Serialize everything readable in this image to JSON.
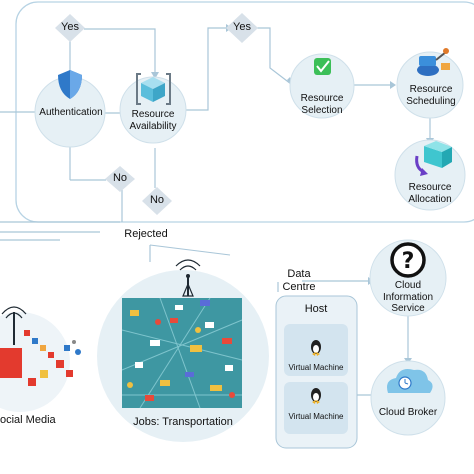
{
  "decisions": {
    "yes_left": "Yes",
    "yes_right": "Yes",
    "no_upper": "No",
    "no_lower": "No"
  },
  "nodes": {
    "authentication": "Authentication",
    "resource_availability": "Resource Availability",
    "resource_selection": "Resource Selection",
    "resource_scheduling": "Resource Scheduling",
    "resource_allocation": "Resource Allocation",
    "cloud_information_service": "Cloud Information Service",
    "cloud_broker": "Cloud Broker"
  },
  "labels": {
    "rejected": "Rejected",
    "data_centre": "Data Centre",
    "host": "Host",
    "vm_1": "Virtual Machine",
    "vm_2": "Virtual Machine",
    "social_media": "ocial Media",
    "jobs_transportation": "Jobs: Transportation"
  },
  "icons": {
    "authentication": "shield-icon",
    "resource_availability": "cube-icon",
    "resource_selection": "checkmark-icon",
    "resource_scheduling": "robot-arm-icon",
    "resource_allocation": "box-arrow-icon",
    "cloud_information_service": "question-mark-icon",
    "cloud_broker": "cloud-icon",
    "virtual_machine": "linux-penguin-icon",
    "antenna": "antenna-icon"
  },
  "colors": {
    "panel_stroke": "#b7d3e4",
    "node_fill": "#e6f0f5",
    "diamond_fill": "#d8e1e9",
    "connector": "#a9c6d8",
    "shield": "#2f79c9",
    "check": "#3cbf58",
    "host_fill": "#eaf2f7",
    "vm_fill": "#d3e4ef",
    "city_bg": "#3e97a2"
  }
}
